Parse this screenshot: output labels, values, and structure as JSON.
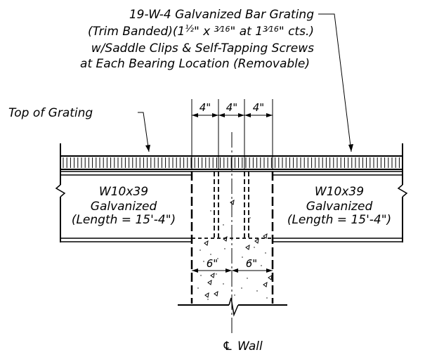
{
  "note": {
    "line1": "19-W-4 Galvanized Bar Grating",
    "line2_a": "(Trim Banded)(1",
    "line2_b": "½",
    "line2_c": "\" x ",
    "line2_d": "3⁄16",
    "line2_e": "\" at 1",
    "line2_f": "3⁄16",
    "line2_g": "\" cts.)",
    "line3": "w/Saddle Clips & Self-Tapping Screws",
    "line4": "at Each Bearing Location (Removable)"
  },
  "top_of_grating": "Top of Grating",
  "beam_left": {
    "name": "W10x39",
    "finish": "Galvanized",
    "length": "(Length = 15'-4\")"
  },
  "beam_right": {
    "name": "W10x39",
    "finish": "Galvanized",
    "length": "(Length = 15'-4\")"
  },
  "dims_top": [
    "4\"",
    "4\"",
    "4\""
  ],
  "dims_mid": [
    "6\"",
    "6\""
  ],
  "wall_label": "Wall",
  "wall_symbol": "℄"
}
